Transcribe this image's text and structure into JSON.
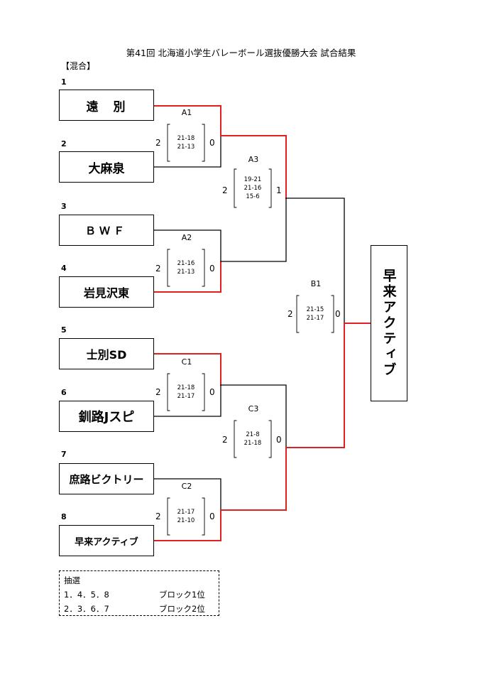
{
  "title": "第41回 北海道小学生バレーボール選抜優勝大会 試合結果",
  "category": "【混合】",
  "teams": [
    {
      "seed": "1",
      "name": "遠　別"
    },
    {
      "seed": "2",
      "name": "大麻泉"
    },
    {
      "seed": "3",
      "name": "ＢＷＦ"
    },
    {
      "seed": "4",
      "name": "岩見沢東"
    },
    {
      "seed": "5",
      "name": "士別SD"
    },
    {
      "seed": "6",
      "name": "釧路Jスピ"
    },
    {
      "seed": "7",
      "name": "庶路ビクトリー"
    },
    {
      "seed": "8",
      "name": "早来アクティブ"
    }
  ],
  "matches": {
    "A1": {
      "label": "A1",
      "top_wins": "2",
      "bottom_wins": "0",
      "sets": [
        "21-18",
        "21-13"
      ]
    },
    "A2": {
      "label": "A2",
      "top_wins": "2",
      "bottom_wins": "0",
      "sets": [
        "21-16",
        "21-13"
      ]
    },
    "C1": {
      "label": "C1",
      "top_wins": "2",
      "bottom_wins": "0",
      "sets": [
        "21-18",
        "21-17"
      ]
    },
    "C2": {
      "label": "C2",
      "top_wins": "2",
      "bottom_wins": "0",
      "sets": [
        "21-17",
        "21-10"
      ]
    },
    "A3": {
      "label": "A3",
      "top_wins": "2",
      "bottom_wins": "1",
      "sets": [
        "19-21",
        "21-16",
        "15-6"
      ]
    },
    "C3": {
      "label": "C3",
      "top_wins": "2",
      "bottom_wins": "0",
      "sets": [
        "21-8",
        "21-18"
      ]
    },
    "B1": {
      "label": "B1",
      "top_wins": "2",
      "bottom_wins": "0",
      "sets": [
        "21-15",
        "21-17"
      ]
    }
  },
  "champion": "早来アクティブ",
  "lottery": {
    "heading": "抽選",
    "rows": [
      {
        "seeds": "1．4．5．8",
        "result": "ブロック1位"
      },
      {
        "seeds": "2．3．6．7",
        "result": "ブロック2位"
      }
    ]
  },
  "colors": {
    "winner_line": "#e02020",
    "loser_line": "#000000"
  }
}
